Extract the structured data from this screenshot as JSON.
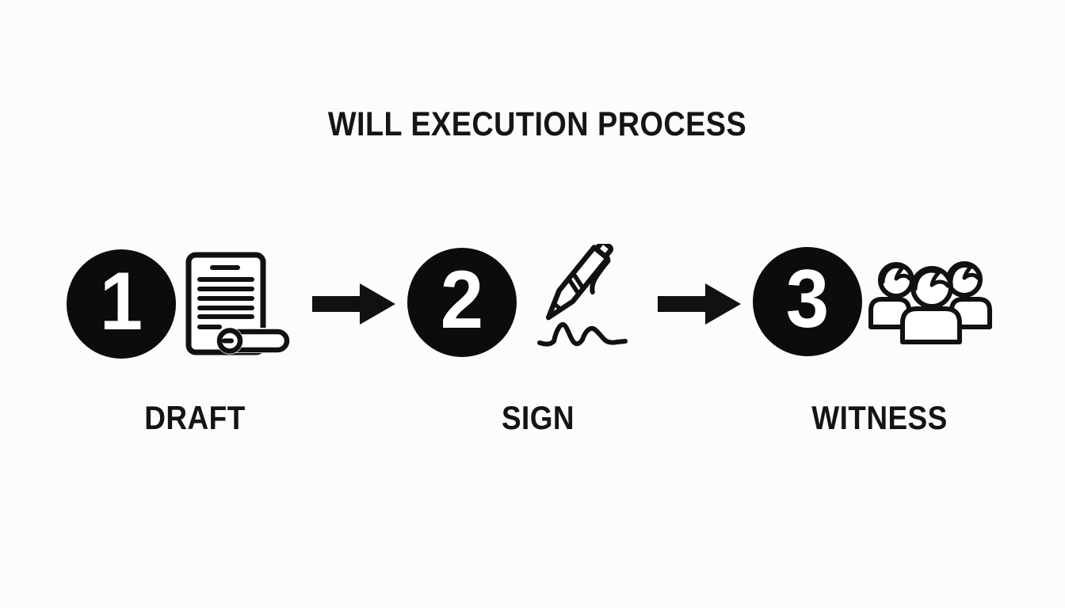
{
  "title": "WILL EXECUTION PROCESS",
  "steps": [
    {
      "number": "1",
      "label": "DRAFT",
      "icon": "document-scroll-icon"
    },
    {
      "number": "2",
      "label": "SIGN",
      "icon": "pen-signature-icon"
    },
    {
      "number": "3",
      "label": "WITNESS",
      "icon": "witness-group-icon"
    }
  ],
  "connectors": [
    {
      "name": "arrow-right-icon",
      "from": "DRAFT",
      "to": "SIGN"
    },
    {
      "name": "arrow-right-icon",
      "from": "SIGN",
      "to": "WITNESS"
    }
  ],
  "colors": {
    "background": "#fbfcfd",
    "ink": "#111111",
    "badge_fill": "#0c0c0c",
    "badge_number": "#ffffff"
  }
}
